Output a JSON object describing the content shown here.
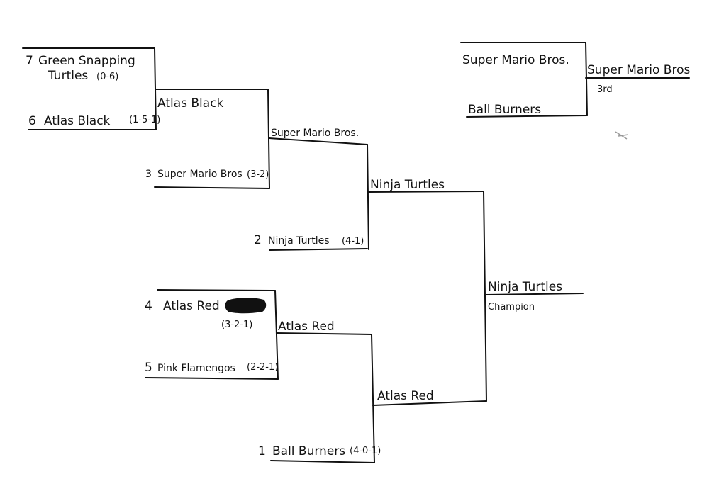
{
  "round1": {
    "g1": {
      "top_seed": "7",
      "top_name_line1": "Green Snapping",
      "top_name_line2": "Turtles",
      "top_record": "(0-6)",
      "bottom_seed": "6",
      "bottom_name": "Atlas Black",
      "bottom_record": "(1-5-1)"
    },
    "g2": {
      "top_seed": "4",
      "top_name": "Atlas Red",
      "top_record": "(3-2-1)",
      "bottom_seed": "5",
      "bottom_name": "Pink Flamengos",
      "bottom_record": "(2-2-1)"
    }
  },
  "round2": {
    "g1": {
      "top_name": "Atlas Black",
      "bottom_seed": "3",
      "bottom_name": "Super Mario Bros",
      "bottom_record": "(3-2)"
    },
    "g2": {
      "top_name": "Atlas Red",
      "bottom_seed": "1",
      "bottom_name": "Ball Burners",
      "bottom_record": "(4-0-1)"
    }
  },
  "semis": {
    "s1": {
      "top_name": "Super Mario Bros.",
      "bottom_seed": "2",
      "bottom_name": "Ninja Turtles",
      "bottom_record": "(4-1)"
    },
    "s2": {
      "winner": "Atlas Red"
    }
  },
  "final": {
    "top_name": "Ninja Turtles",
    "champion_name": "Ninja Turtles",
    "champion_label": "Champion"
  },
  "third_place": {
    "team1": "Super Mario Bros.",
    "team2": "Ball Burners",
    "winner": "Super Mario Bros",
    "label": "3rd"
  }
}
